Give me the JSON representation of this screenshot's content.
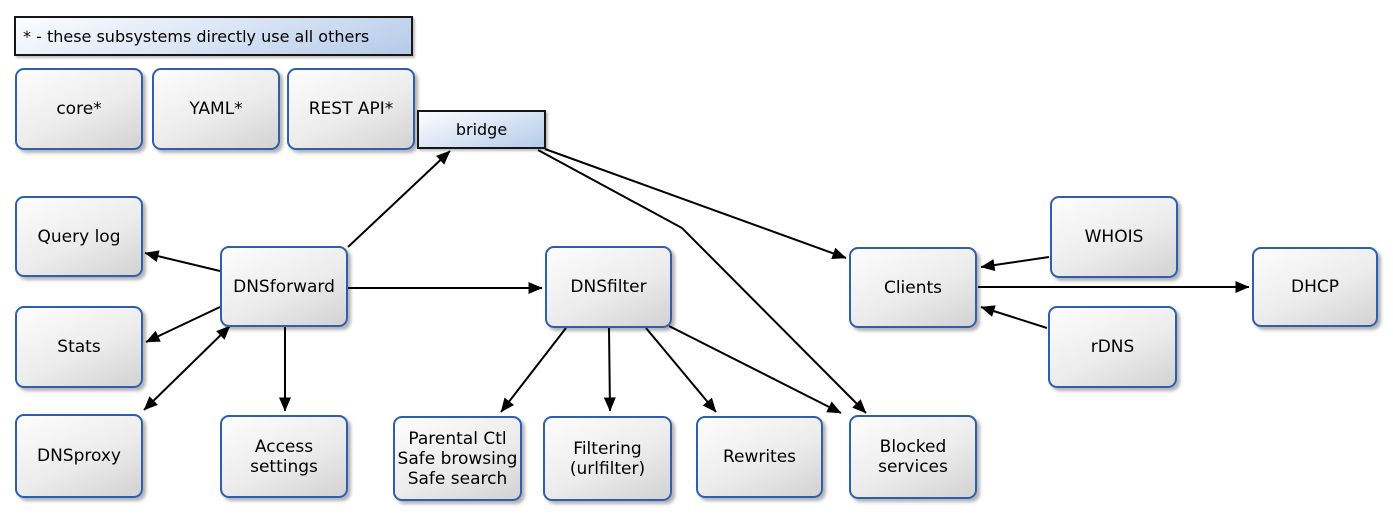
{
  "legend": {
    "text": "* - these subsystems directly use all others"
  },
  "nodes": {
    "core": "core*",
    "yaml": "YAML*",
    "rest_api": "REST API*",
    "bridge": "bridge",
    "query_log": "Query log",
    "stats": "Stats",
    "dnsproxy": "DNSproxy",
    "dnsforward": "DNSforward",
    "access_settings": "Access\nsettings",
    "dnsfilter": "DNSfilter",
    "parental": "Parental Ctl\nSafe browsing\nSafe search",
    "filtering": "Filtering\n(urlfilter)",
    "rewrites": "Rewrites",
    "blocked_services": "Blocked\nservices",
    "clients": "Clients",
    "whois": "WHOIS",
    "rdns": "rDNS",
    "dhcp": "DHCP"
  },
  "edges": [
    {
      "from": "dnsforward",
      "to": "bridge",
      "direction": "one-way"
    },
    {
      "from": "bridge",
      "to": "clients",
      "direction": "one-way"
    },
    {
      "from": "bridge",
      "to": "blocked_services",
      "direction": "one-way"
    },
    {
      "from": "dnsforward",
      "to": "query_log",
      "direction": "one-way"
    },
    {
      "from": "dnsforward",
      "to": "stats",
      "direction": "one-way"
    },
    {
      "from": "dnsforward",
      "to": "dnsproxy",
      "direction": "two-way"
    },
    {
      "from": "dnsforward",
      "to": "access_settings",
      "direction": "one-way"
    },
    {
      "from": "dnsforward",
      "to": "dnsfilter",
      "direction": "one-way"
    },
    {
      "from": "dnsfilter",
      "to": "parental",
      "direction": "one-way"
    },
    {
      "from": "dnsfilter",
      "to": "filtering",
      "direction": "one-way"
    },
    {
      "from": "dnsfilter",
      "to": "rewrites",
      "direction": "one-way"
    },
    {
      "from": "dnsfilter",
      "to": "blocked_services",
      "direction": "one-way"
    },
    {
      "from": "whois",
      "to": "clients",
      "direction": "one-way"
    },
    {
      "from": "rdns",
      "to": "clients",
      "direction": "one-way"
    },
    {
      "from": "clients",
      "to": "dhcp",
      "direction": "one-way"
    }
  ],
  "colors": {
    "node_border": "#2d5fae",
    "node_fill_light": "#fdfdfd",
    "node_fill_dark": "#d2d2d2",
    "banner_fill_light": "#fdfdff",
    "banner_fill_dark": "#b5cae9",
    "banner_border": "#161616",
    "arrow": "#000000",
    "background": "#ffffff"
  }
}
